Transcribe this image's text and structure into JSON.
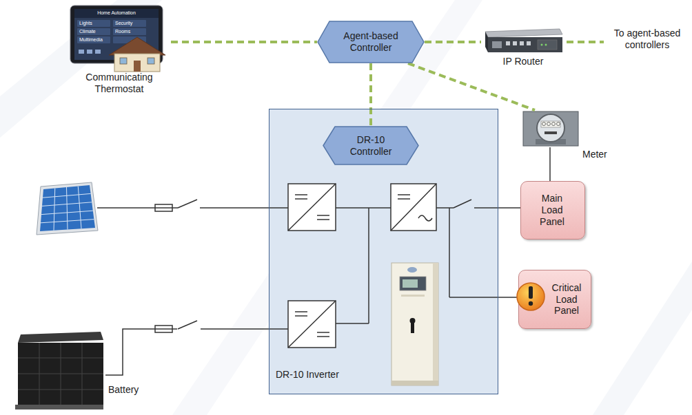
{
  "diagram": {
    "nodes": [
      {
        "text": [
          "Communicating Thermostat"
        ]
      },
      {
        "text": [
          "Agent-based Controller"
        ]
      },
      {
        "text": [
          "IP Router"
        ]
      },
      {
        "text": [
          "Meter"
        ]
      },
      {
        "text": [
          "DR-10 Inverter"
        ]
      },
      {
        "text": [
          "DR-10 Controller"
        ],
        "in": 4
      },
      {
        "text": [
          "Main Load Panel"
        ]
      },
      {
        "text": [
          "Critical Load Panel"
        ]
      },
      {
        "text": [
          "Battery"
        ]
      }
    ],
    "edges": [
      {
        "from": 0,
        "to": 1,
        "arrow": "none"
      },
      {
        "from": 1,
        "to": 2,
        "arrow": "none"
      },
      {
        "from": 1,
        "to": 5,
        "arrow": "none"
      },
      {
        "from": 1,
        "to": 3,
        "arrow": "none"
      },
      {
        "from": 3,
        "to": 6,
        "arrow": "none"
      },
      {
        "from": 4,
        "to": 6,
        "arrow": "none"
      },
      {
        "from": 4,
        "to": 7,
        "arrow": "none"
      },
      {
        "from": 8,
        "to": 4,
        "arrow": "none"
      }
    ],
    "labels": [
      "Home Automation",
      "Lights",
      "Security",
      "Climate",
      "Rooms",
      "Multimedia",
      "To agent-based controllers"
    ]
  }
}
